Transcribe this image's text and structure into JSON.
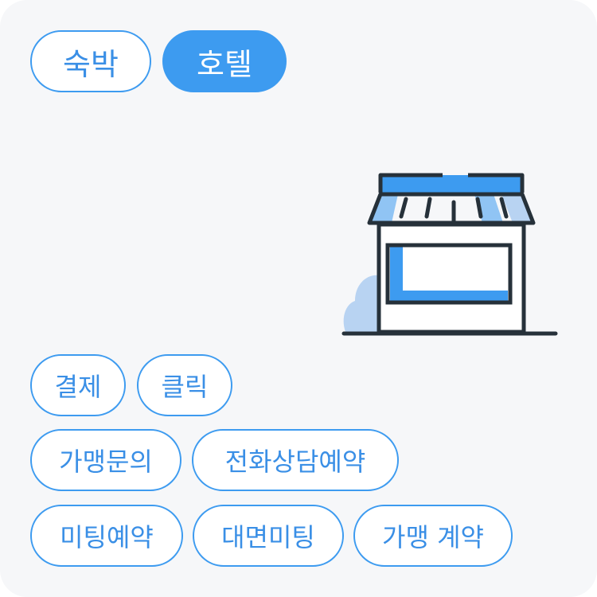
{
  "top_tags": [
    {
      "label": "숙박",
      "active": false
    },
    {
      "label": "호텔",
      "active": true
    }
  ],
  "illustration": {
    "icon": "storefront-icon",
    "colors": {
      "outline": "#26313a",
      "accent": "#3d9bf0",
      "shadow": "#b8d3f2"
    }
  },
  "keyword_tags": [
    {
      "label": "결제"
    },
    {
      "label": "클릭"
    },
    {
      "label": "가맹문의"
    },
    {
      "label": "전화상담예약"
    },
    {
      "label": "미팅예약"
    },
    {
      "label": "대면미팅"
    },
    {
      "label": "가맹 계약"
    }
  ],
  "colors": {
    "accent": "#3d9bf0",
    "text_accent": "#3a8fe6",
    "card_bg": "#f6f7f9"
  }
}
